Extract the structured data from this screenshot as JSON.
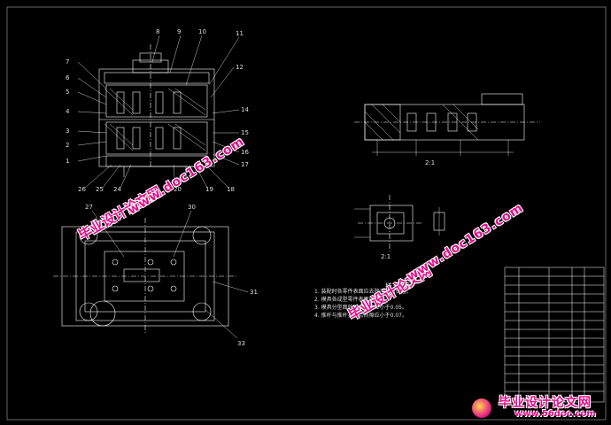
{
  "callouts_top": [
    "8",
    "9",
    "10",
    "11"
  ],
  "callouts_left": [
    "7",
    "6",
    "5",
    "4",
    "3",
    "2",
    "1"
  ],
  "callouts_right": [
    "12",
    "14",
    "15",
    "16",
    "17",
    "18",
    "19"
  ],
  "callouts_bottom": [
    "26",
    "25",
    "24",
    "20"
  ],
  "callouts_plan": [
    "27",
    "30",
    "31",
    "33"
  ],
  "scale_label_1": "2:1",
  "scale_label_2": "2:1",
  "tech_req_title": "技 术 要 求",
  "tech_req_lines": [
    "1. 装配时各零件表面应去除毛刺和锐边。",
    "2. 模具各成型零件表面应光洁。",
    "3. 模具分型面的贴合间隙应小于0.05。",
    "4. 推杆与推杆孔配合间隙应小于0.07。"
  ],
  "watermark_1": "毕业设计论文网",
  "watermark_2": "www.doc163.com",
  "watermark_3": "毕业设计论文网",
  "watermark_4": "www.doc163.com",
  "footer_brand": "毕业设计论文网",
  "footer_url": "www.56doc.com",
  "colors": {
    "background": "#000000",
    "line": "#ffffff",
    "watermark": "#e0108a"
  }
}
